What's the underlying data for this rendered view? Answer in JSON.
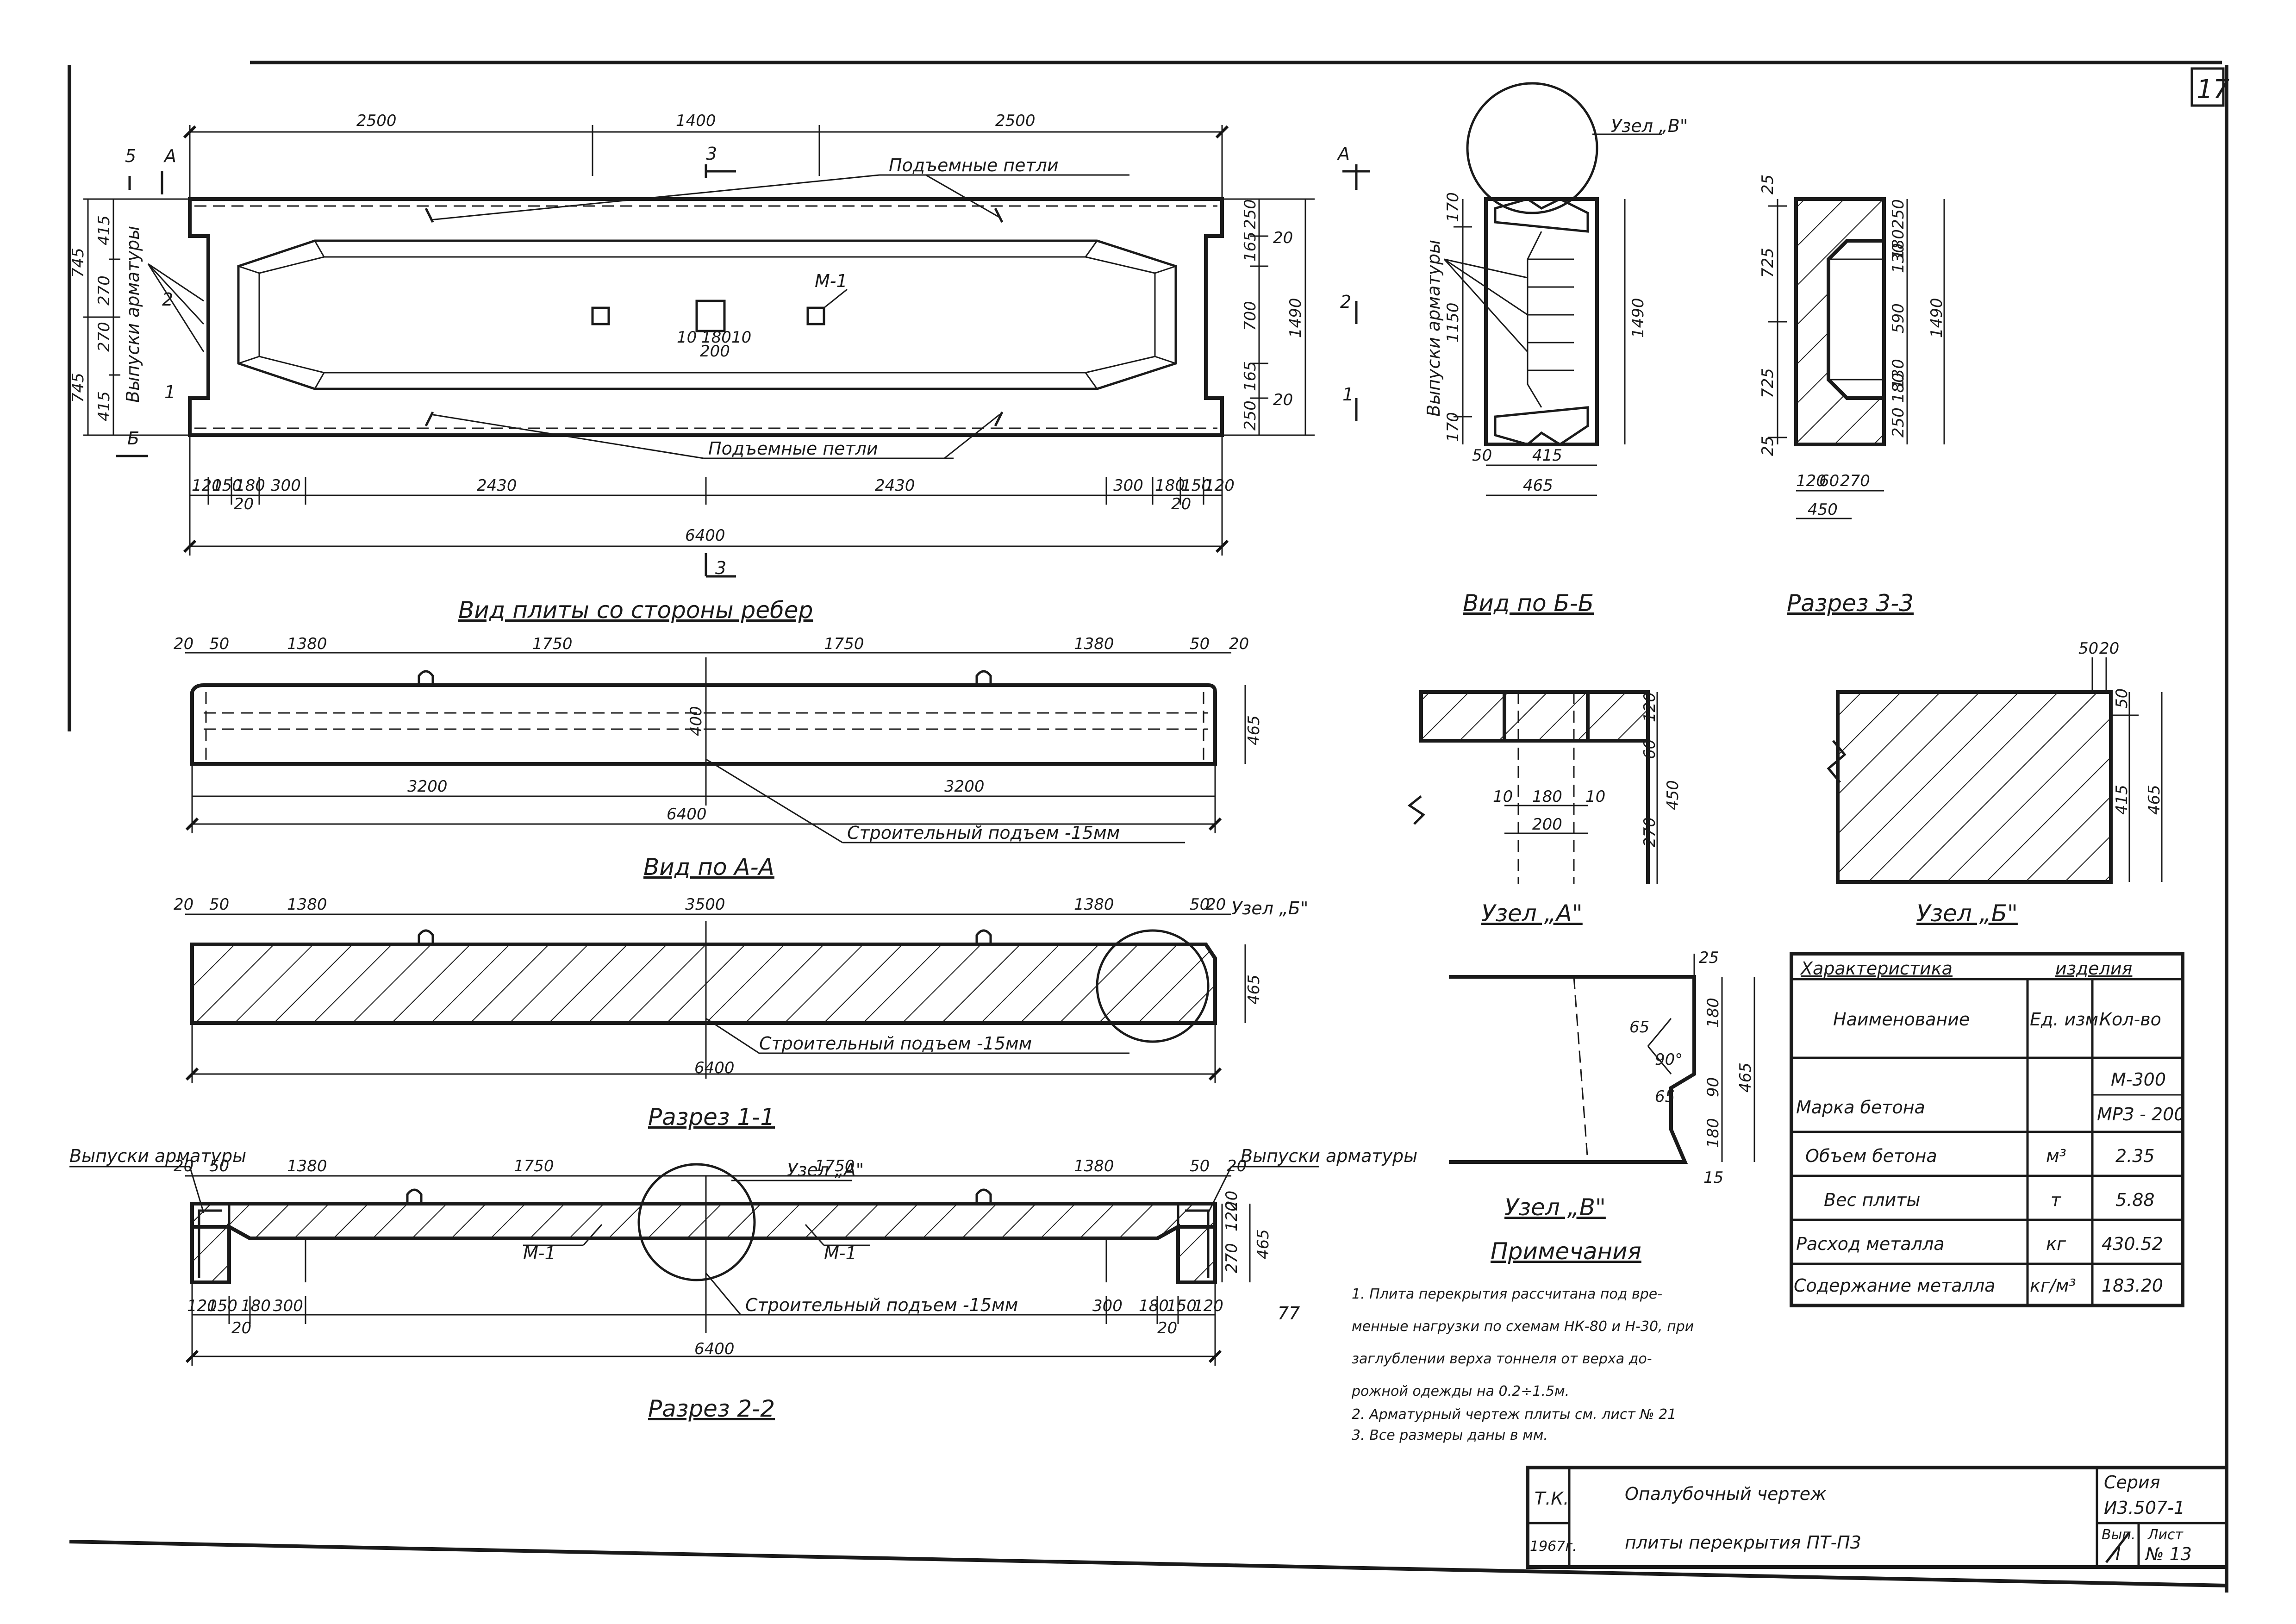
{
  "sheet_number": "17",
  "plan": {
    "dims_top": [
      "2500",
      "1400",
      "2500"
    ],
    "dims_bottom": [
      "120",
      "150",
      "180",
      "300",
      "2430",
      "2430",
      "300",
      "180",
      "150",
      "120",
      "20",
      "20"
    ],
    "overall": "6400",
    "loops_top": "Подъемные петли",
    "loops_bottom": "Подъемные петли",
    "rebar_outlets": "Выпуски арматуры",
    "dims_left": [
      "745",
      "745",
      "415",
      "270",
      "270",
      "415"
    ],
    "dims_right": [
      "250",
      "20",
      "165",
      "700",
      "165",
      "20",
      "250",
      "1490"
    ],
    "insert_label": "М-1",
    "insert_dims": [
      "10",
      "180",
      "10",
      "200"
    ],
    "sec_marks": [
      "5",
      "А",
      "2",
      "1",
      "Б",
      "3",
      "3",
      "А",
      "2",
      "1"
    ],
    "caption": "Вид плиты со стороны ребер"
  },
  "view_aa": {
    "dims_top": [
      "20",
      "50",
      "1380",
      "1750",
      "1750",
      "1380",
      "50",
      "20"
    ],
    "dims_bottom": [
      "3200",
      "3200"
    ],
    "overall": "6400",
    "mid_dim": "400",
    "height": "465",
    "camber": "Строительный подъем -15мм",
    "caption": "Вид по А-А"
  },
  "section_11": {
    "dims_top": [
      "20",
      "50",
      "1380",
      "3500",
      "1380",
      "50",
      "20"
    ],
    "overall": "6400",
    "height": "465",
    "node_label": "Узел „Б\"",
    "camber": "Строительный подъем -15мм",
    "caption": "Разрез 1-1"
  },
  "section_22": {
    "dims_top": [
      "20",
      "50",
      "1380",
      "1750",
      "1750",
      "1380",
      "50",
      "20"
    ],
    "dims_bottom": [
      "120",
      "150",
      "180",
      "300",
      "300",
      "180",
      "150",
      "120",
      "20",
      "20"
    ],
    "dims_right": [
      "20",
      "120",
      "270",
      "465"
    ],
    "overall": "6400",
    "rebar_left": "Выпуски арматуры",
    "rebar_right": "Выпуски арматуры",
    "node_label": "Узел „А\"",
    "insert_left": "М-1",
    "insert_right": "М-1",
    "camber": "Строительный подъем -15мм",
    "caption": "Разрез 2-2"
  },
  "view_bb": {
    "node_label": "Узел „В\"",
    "rebar": "Выпуски арматуры",
    "dims_left": [
      "170",
      "1150",
      "170"
    ],
    "height": "1490",
    "dims_bottom": [
      "50",
      "415",
      "465"
    ],
    "caption": "Вид по Б-Б"
  },
  "section_33": {
    "dims_left": [
      "25",
      "725",
      "725",
      "25"
    ],
    "dims_right": [
      "250",
      "180",
      "130",
      "590",
      "130",
      "180",
      "250",
      "1490"
    ],
    "dims_bottom": [
      "120",
      "60",
      "270",
      "450"
    ],
    "caption": "Разрез 3-3"
  },
  "node_a": {
    "dims_right": [
      "120",
      "60",
      "270",
      "450"
    ],
    "dims_bottom": [
      "10",
      "180",
      "10",
      "200"
    ],
    "caption": "Узел „А\""
  },
  "node_b": {
    "dims_top": [
      "50",
      "20"
    ],
    "dims_right": [
      "50",
      "415",
      "465"
    ],
    "caption": "Узел „Б\""
  },
  "node_v": {
    "dims": [
      "25",
      "180",
      "90",
      "180",
      "465",
      "65",
      "65",
      "90°",
      "15"
    ],
    "caption": "Узел „В\""
  },
  "spec_table": {
    "title_left": "Характеристика",
    "title_right": "изделия",
    "headers": [
      "Наименование",
      "Ед. изм.",
      "Кол-во"
    ],
    "rows": [
      {
        "name": "Марка бетона",
        "unit": "",
        "value": "М-300",
        "value2": "МРЗ - 200"
      },
      {
        "name": "Объем бетона",
        "unit": "м³",
        "value": "2.35",
        "value2": ""
      },
      {
        "name": "Вес плиты",
        "unit": "т",
        "value": "5.88",
        "value2": ""
      },
      {
        "name": "Расход металла",
        "unit": "кг",
        "value": "430.52",
        "value2": ""
      },
      {
        "name": "Содержание металла",
        "unit": "кг/м³",
        "value": "183.20",
        "value2": ""
      }
    ]
  },
  "notes": {
    "title": "Примечания",
    "lines": [
      "1. Плита перекрытия рассчитана под вре-",
      "менные нагрузки по схемам НК-80 и Н-30, при",
      "заглублении верха тоннеля от верха до-",
      "рожной одежды на 0.2÷1.5м.",
      "2. Арматурный чертеж плиты см. лист № 21",
      "3. Все размеры даны в мм."
    ]
  },
  "title_block": {
    "org": "Т.К.",
    "year": "1967г.",
    "title_line1": "Опалубочный чертеж",
    "title_line2": "плиты перекрытия ПТ-П3",
    "series_label": "Серия",
    "series_value": "И3.507-1",
    "issue_label": "Вып.",
    "issue_value": "I",
    "sheet_label": "Лист",
    "sheet_value": "№ 13"
  },
  "margin_note": "77"
}
